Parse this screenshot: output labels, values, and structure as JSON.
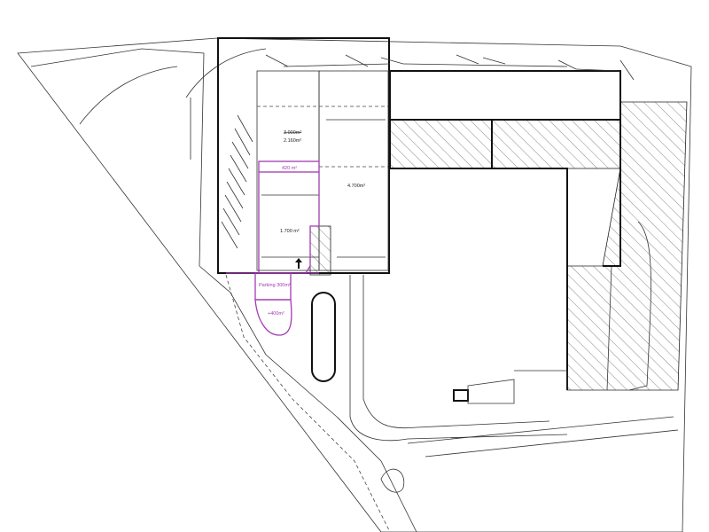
{
  "plan": {
    "areas": {
      "a_old": "3.000m²",
      "a": "2.160m²",
      "b": "4.700m²",
      "c": "1.700 m²",
      "band": "420 m²",
      "parking": "Parking 300m²",
      "extension": "+400m²"
    },
    "colors": {
      "line": "#222222",
      "highlight": "#a03cb0",
      "hatch": "#555555"
    }
  }
}
